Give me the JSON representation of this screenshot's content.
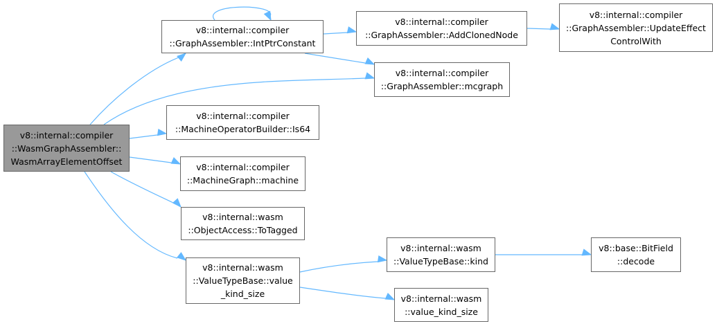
{
  "graph": {
    "edge_color": "#63b8ff",
    "current_node_fill": "#999999",
    "node_border": "#666666",
    "nodes": [
      {
        "id": "root",
        "current": true,
        "lines": [
          "v8::internal::compiler",
          "::WasmGraphAssembler::",
          "WasmArrayElementOffset"
        ]
      },
      {
        "id": "intptr",
        "lines": [
          "v8::internal::compiler",
          "::GraphAssembler::IntPtrConstant"
        ]
      },
      {
        "id": "addcloned",
        "lines": [
          "v8::internal::compiler",
          "::GraphAssembler::AddClonedNode"
        ]
      },
      {
        "id": "update",
        "lines": [
          "v8::internal::compiler",
          "::GraphAssembler::UpdateEffect",
          "ControlWith"
        ]
      },
      {
        "id": "mcgraph",
        "lines": [
          "v8::internal::compiler",
          "::GraphAssembler::mcgraph"
        ]
      },
      {
        "id": "is64",
        "lines": [
          "v8::internal::compiler",
          "::MachineOperatorBuilder::Is64"
        ]
      },
      {
        "id": "machine",
        "lines": [
          "v8::internal::compiler",
          "::MachineGraph::machine"
        ]
      },
      {
        "id": "totagged",
        "lines": [
          "v8::internal::wasm",
          "::ObjectAccess::ToTagged"
        ]
      },
      {
        "id": "valuekindsize",
        "lines": [
          "v8::internal::wasm",
          "::ValueTypeBase::value",
          "_kind_size"
        ]
      },
      {
        "id": "kind",
        "lines": [
          "v8::internal::wasm",
          "::ValueTypeBase::kind"
        ]
      },
      {
        "id": "decode",
        "lines": [
          "v8::base::BitField",
          "::decode"
        ]
      },
      {
        "id": "vks",
        "lines": [
          "v8::internal::wasm",
          "::value_kind_size"
        ]
      }
    ],
    "edges": [
      [
        "root",
        "intptr"
      ],
      [
        "root",
        "mcgraph"
      ],
      [
        "root",
        "is64"
      ],
      [
        "root",
        "machine"
      ],
      [
        "root",
        "totagged"
      ],
      [
        "root",
        "valuekindsize"
      ],
      [
        "intptr",
        "intptr"
      ],
      [
        "intptr",
        "addcloned"
      ],
      [
        "intptr",
        "mcgraph"
      ],
      [
        "addcloned",
        "update"
      ],
      [
        "valuekindsize",
        "kind"
      ],
      [
        "valuekindsize",
        "vks"
      ],
      [
        "kind",
        "decode"
      ]
    ]
  }
}
